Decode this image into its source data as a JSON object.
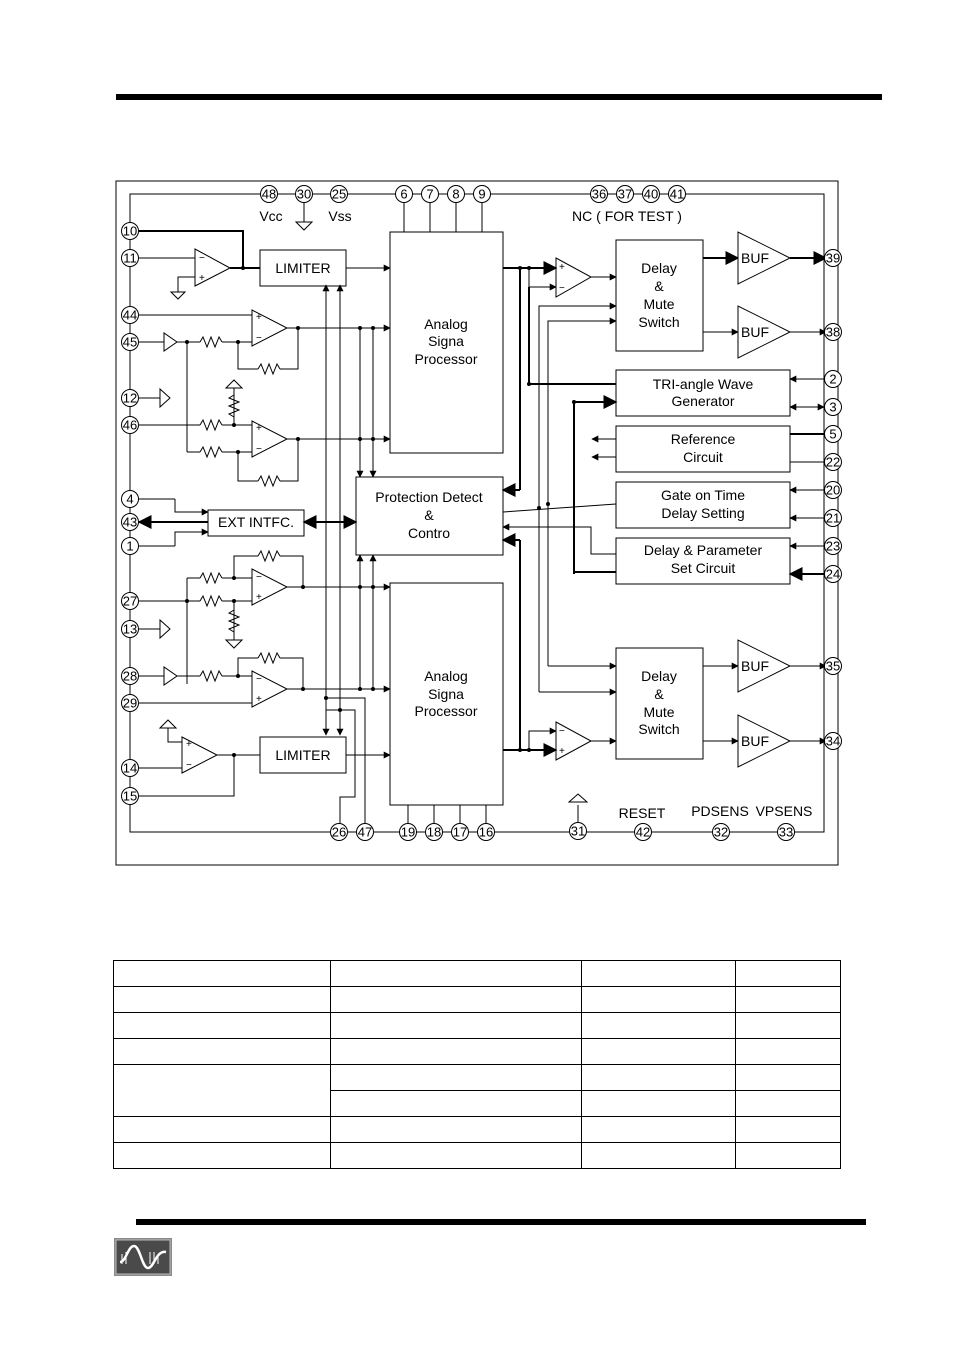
{
  "pins": {
    "p48": "48",
    "p30": "30",
    "p25": "25",
    "p6": "6",
    "p7": "7",
    "p8": "8",
    "p9": "9",
    "p36": "36",
    "p37": "37",
    "p40": "40",
    "p41": "41",
    "p10": "10",
    "p11": "11",
    "p44": "44",
    "p45": "45",
    "p12": "12",
    "p46": "46",
    "p4": "4",
    "p43": "43",
    "p1": "1",
    "p27": "27",
    "p13": "13",
    "p28": "28",
    "p29": "29",
    "p14": "14",
    "p15": "15",
    "p26": "26",
    "p47": "47",
    "p19": "19",
    "p18": "18",
    "p17": "17",
    "p16": "16",
    "p31": "31",
    "p42": "42",
    "p32": "32",
    "p33": "33",
    "p39": "39",
    "p38": "38",
    "p2": "2",
    "p3": "3",
    "p5": "5",
    "p22": "22",
    "p20": "20",
    "p21": "21",
    "p23": "23",
    "p24": "24",
    "p35": "35",
    "p34": "34"
  },
  "labels": {
    "vcc": "Vcc",
    "vss": "Vss",
    "nc": "NC ( FOR TEST )",
    "reset": "RESET",
    "pdsens": "PDSENS",
    "vpsens": "VPSENS"
  },
  "blocks": {
    "limiter_top": "LIMITER",
    "limiter_bottom": "LIMITER",
    "ext_intfc": "EXT INTFC.",
    "asp_top": [
      "Analog",
      "Signa",
      "Processor"
    ],
    "asp_bottom": [
      "Analog",
      "Signa",
      "Processor"
    ],
    "protection": [
      "Protection Detect",
      "&",
      "Contro"
    ],
    "delay_top": [
      "Delay",
      "&",
      "Mute",
      "Switch"
    ],
    "delay_bottom": [
      "Delay",
      "&",
      "Mute",
      "Switch"
    ],
    "buf": "BUF",
    "tri_wave": [
      "TRI-angle Wave",
      "Generator"
    ],
    "reference": [
      "Reference",
      "Circuit"
    ],
    "gate_on": [
      "Gate on Time",
      "Delay Setting"
    ],
    "delay_param": [
      "Delay & Parameter",
      "Set Circuit"
    ]
  },
  "opamp": {
    "plus": "+",
    "minus": "−"
  },
  "table": {
    "rows": [
      [
        "",
        "",
        "",
        ""
      ],
      [
        "",
        "",
        "",
        ""
      ],
      [
        "",
        "",
        "",
        ""
      ],
      [
        "",
        "",
        "",
        ""
      ],
      [
        "",
        "",
        "",
        ""
      ],
      [
        "",
        "",
        "",
        ""
      ],
      [
        "",
        "",
        "",
        ""
      ]
    ]
  }
}
